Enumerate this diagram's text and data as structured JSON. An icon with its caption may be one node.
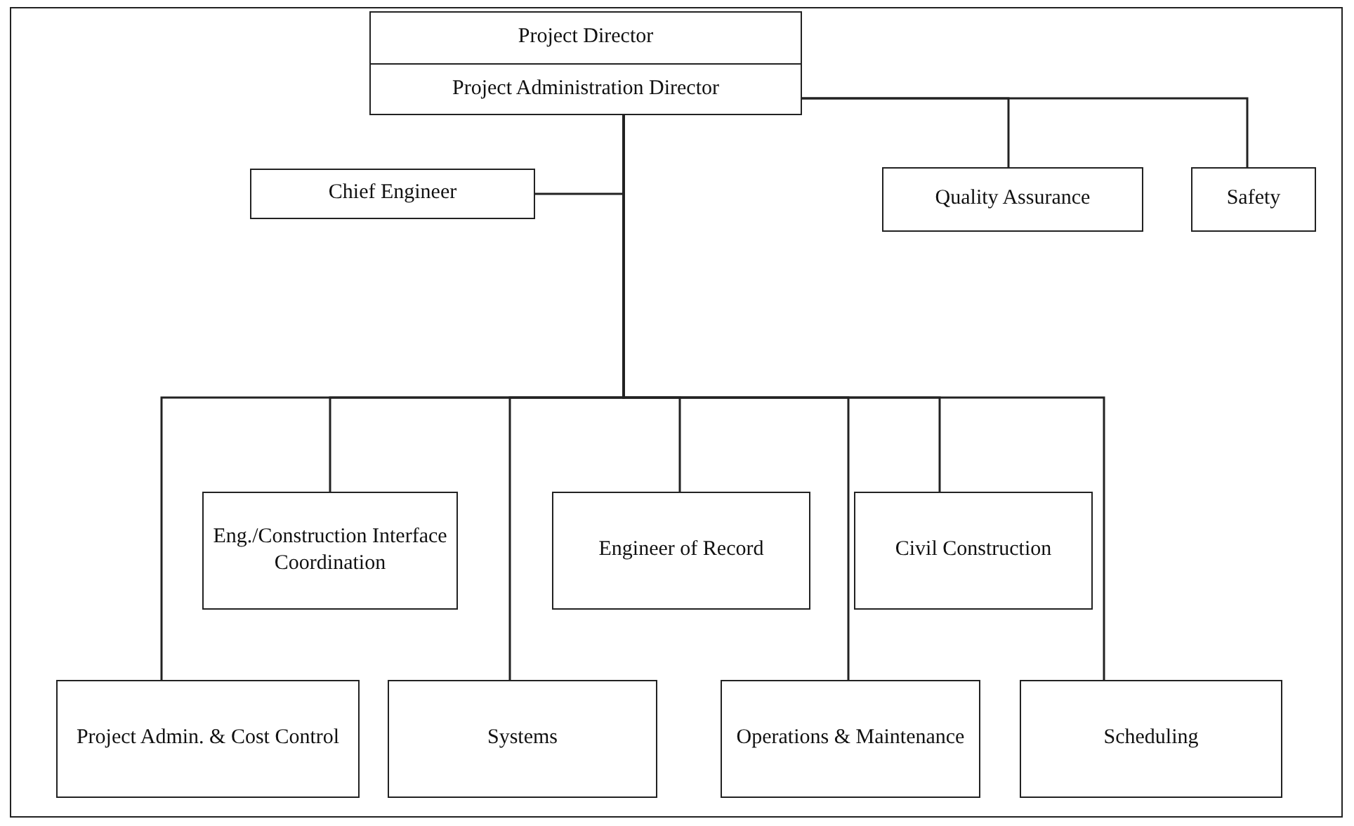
{
  "diagram": {
    "nodes": [
      {
        "text": [
          "Project Director"
        ]
      },
      {
        "text": [
          "Project Administration Director"
        ]
      },
      {
        "text": [
          "Quality Assurance"
        ]
      },
      {
        "text": [
          "Safety"
        ]
      },
      {
        "text": [
          "Chief Engineer"
        ]
      },
      {
        "text": [
          "Eng./Construction Interface Coordination"
        ]
      },
      {
        "text": [
          "Engineer of Record"
        ]
      },
      {
        "text": [
          "Civil Construction"
        ]
      },
      {
        "text": [
          "Project Admin. & Cost Control"
        ]
      },
      {
        "text": [
          "Systems"
        ]
      },
      {
        "text": [
          "Operations & Maintenance"
        ]
      },
      {
        "text": [
          "Scheduling"
        ]
      }
    ],
    "edges": [
      {
        "from": 1,
        "to": 2,
        "arrow": "none"
      },
      {
        "from": 1,
        "to": 3,
        "arrow": "none"
      },
      {
        "from": 1,
        "to": 4,
        "arrow": "none"
      },
      {
        "from": 1,
        "to": 8,
        "arrow": "none"
      },
      {
        "from": 1,
        "to": 5,
        "arrow": "none"
      },
      {
        "from": 1,
        "to": 9,
        "arrow": "none"
      },
      {
        "from": 1,
        "to": 6,
        "arrow": "none"
      },
      {
        "from": 1,
        "to": 10,
        "arrow": "none"
      },
      {
        "from": 1,
        "to": 7,
        "arrow": "none"
      },
      {
        "from": 1,
        "to": 11,
        "arrow": "none"
      }
    ]
  }
}
